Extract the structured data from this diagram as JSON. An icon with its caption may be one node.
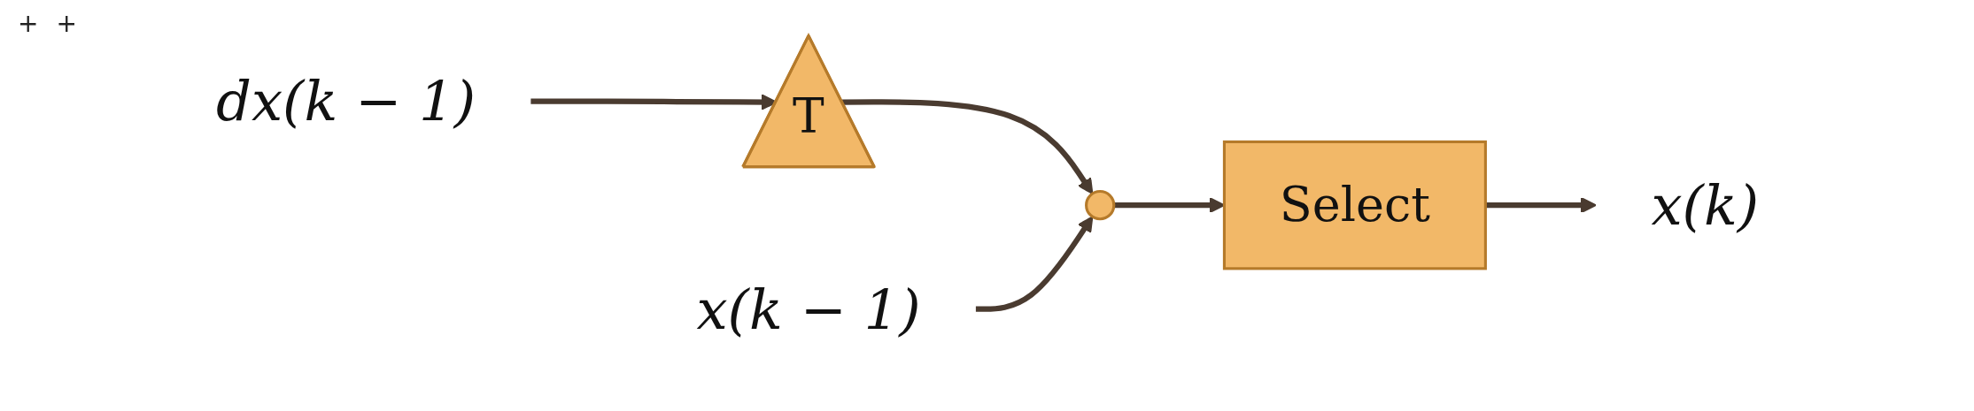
{
  "diagram": {
    "nodes": [
      {
        "text": [
          "dx(k − 1)"
        ]
      },
      {
        "text": [
          "T"
        ]
      },
      {
        "text": [],
        "shape": "circle"
      },
      {
        "text": [
          "Select"
        ]
      },
      {
        "text": [
          "x(k)"
        ]
      },
      {
        "text": [
          "x(k − 1)"
        ]
      }
    ],
    "edges": [
      {
        "from": 0,
        "to": 1,
        "arrow": "to"
      },
      {
        "from": 1,
        "to": 2,
        "arrow": "to"
      },
      {
        "from": 2,
        "to": 3,
        "arrow": "to"
      },
      {
        "from": 3,
        "to": 4,
        "arrow": "to"
      },
      {
        "from": 5,
        "to": 2,
        "arrow": "to"
      }
    ],
    "labels": [
      "+",
      "+"
    ]
  }
}
